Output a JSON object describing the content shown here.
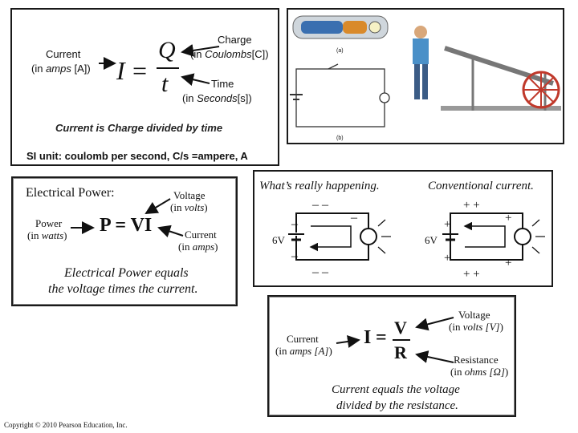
{
  "panel_charge": {
    "current_line1": "Current",
    "current_line2": "(in amps [A])",
    "var_I": "I",
    "var_Q": "Q",
    "var_t": "t",
    "charge_line1": "Charge",
    "charge_line2": "(in Coulombs[C])",
    "time_line1": "Time",
    "time_line2": "(in Seconds[s])",
    "statement": "Current is Charge divided by time",
    "si_unit": "SI unit: coulomb per second, C/s =ampere, A"
  },
  "panel_analogy": {
    "label_a": "(a)",
    "label_b": "(b)"
  },
  "panel_power": {
    "title": "Electrical Power:",
    "voltage_line1": "Voltage",
    "voltage_line2": "(in volts)",
    "power_line1": "Power",
    "power_line2": "(in watts)",
    "formula": "P = VI",
    "current_line1": "Current",
    "current_line2": "(in amps)",
    "statement_line1": "Electrical Power equals",
    "statement_line2": "the voltage times the current."
  },
  "panel_flow": {
    "left_title": "What’s really happening.",
    "right_title": "Conventional current.",
    "left_voltage": "6V",
    "right_voltage": "6V"
  },
  "panel_ohm": {
    "current_line1": "Current",
    "current_line2": "(in amps [A])",
    "var_I": "I",
    "equals": "=",
    "var_V": "V",
    "var_R": "R",
    "voltage_line1": "Voltage",
    "voltage_line2": "(in volts [V])",
    "resistance_line1": "Resistance",
    "resistance_line2": "(in ohms [Ω])",
    "statement_line1": "Current equals the voltage",
    "statement_line2": "divided by the resistance."
  },
  "copyright": "Copyright © 2010 Pearson Education, Inc.",
  "colors": {
    "border": "#1a1a1a",
    "formula_text": "#111111",
    "battery_blue": "#3a6fb0",
    "battery_orange": "#d98a2b",
    "wheel_red": "#c0392b"
  }
}
